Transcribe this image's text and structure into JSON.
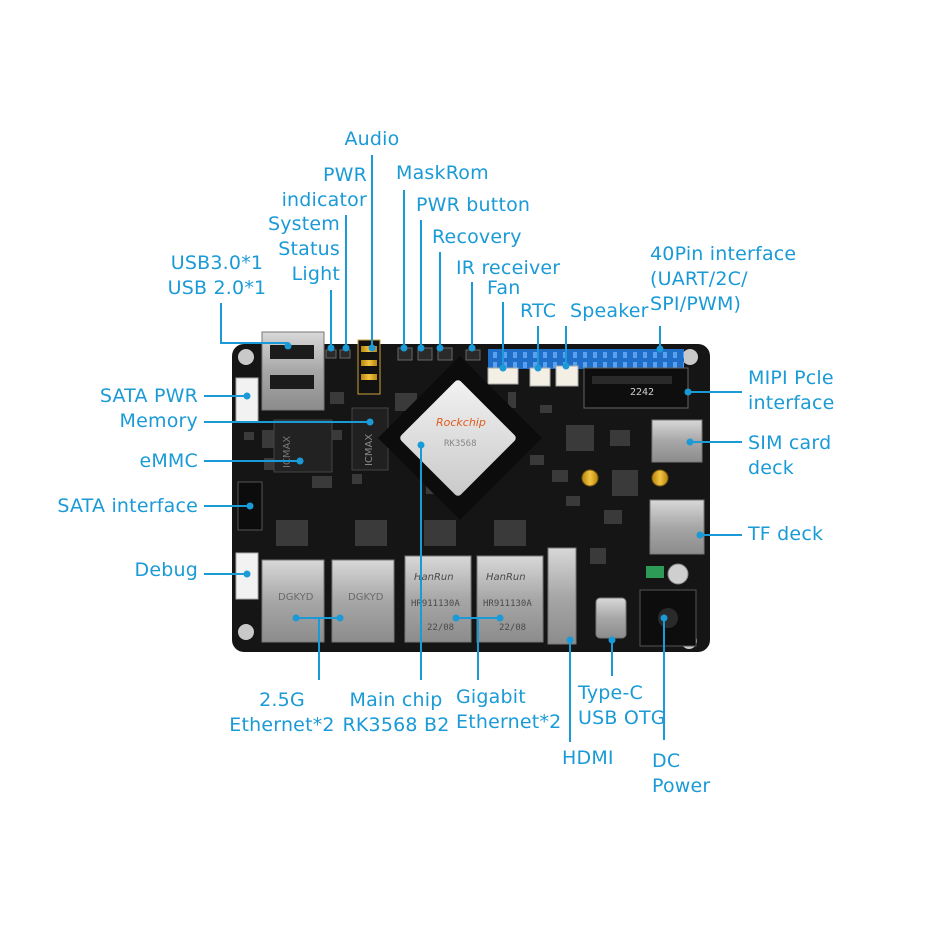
{
  "labels": {
    "audio": "Audio",
    "pwr_indicator": "PWR\nindicator",
    "system_status": "System\nStatus\nLight",
    "usb": "USB3.0*1\nUSB 2.0*1",
    "maskrom": "MaskRom",
    "pwr_button": "PWR button",
    "recovery": "Recovery",
    "ir_receiver": "IR receiver",
    "fan": "Fan",
    "rtc": "RTC",
    "speaker": "Speaker",
    "pin40": "40Pin interface\n(UART/2C/\nSPI/PWM)",
    "sata_pwr": "SATA PWR",
    "memory": "Memory",
    "emmc": "eMMC",
    "sata_interface": "SATA interface",
    "debug": "Debug",
    "mipi_pcie": "MIPI Pcle\ninterface",
    "sim_card": "SIM card\ndeck",
    "tf_deck": "TF deck",
    "eth_25g": "2.5G\nEthernet*2",
    "main_chip": "Main chip\nRK3568 B2",
    "gigabit": "Gigabit\nEthernet*2",
    "hdmi": "HDMI",
    "type_c": "Type-C\nUSB OTG",
    "dc_power": "DC\nPower"
  },
  "board": {
    "chip_logo": "Rockchip",
    "chip_model": "RK3568",
    "memory_brand": "ICMAX",
    "emmc_brand": "ICMAX",
    "eth_port_brand": "DGKYD",
    "magjack_brand": "HanRun",
    "magjack_model": "HR911130A",
    "magjack_date": "22/08",
    "m2_code": "2242"
  },
  "colors": {
    "label": "#1a9ad6",
    "pcb": "#151515",
    "header_pins": "#1f6fc9"
  }
}
